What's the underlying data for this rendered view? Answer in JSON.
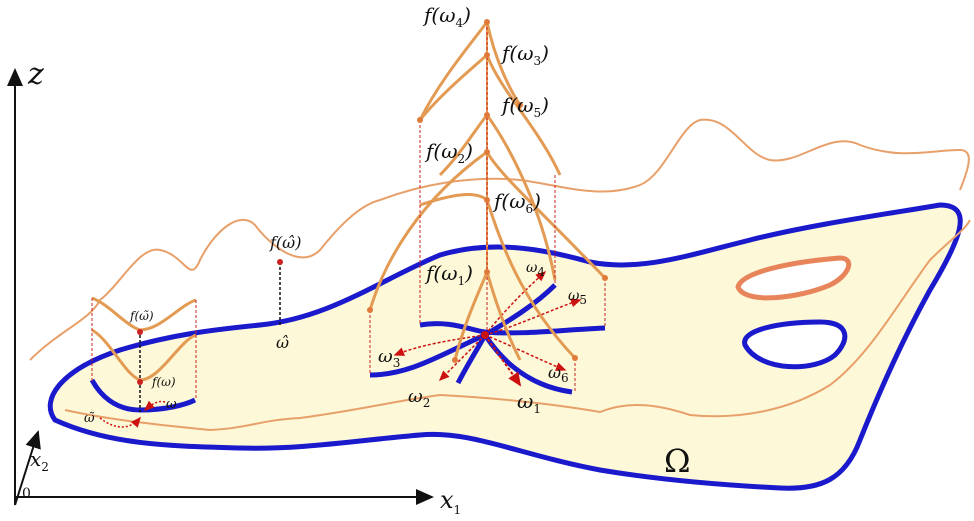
{
  "axes": {
    "z": "z",
    "x1": "x",
    "x1_sub": "1",
    "x2": "x",
    "x2_sub": "2",
    "origin": "0"
  },
  "domain_label": "Ω",
  "labels": {
    "f_omega4": "f(ω",
    "f_omega4_sub": "4",
    "close4": ")",
    "f_omega3": "f(ω",
    "f_omega3_sub": "3",
    "close3": ")",
    "f_omega5": "f(ω",
    "f_omega5_sub": "5",
    "close5": ")",
    "f_omega2": "f(ω",
    "f_omega2_sub": "2",
    "close2": ")",
    "f_omega6": "f(ω",
    "f_omega6_sub": "6",
    "close6": ")",
    "f_omega1": "f(ω",
    "f_omega1_sub": "1",
    "close1": ")",
    "f_omega_hat": "f(ω̂)",
    "omega_hat": "ω̂",
    "f_omega_tilde": "f(ω̃)",
    "f_omega": "f(ω)",
    "omega": "ω",
    "omega_tilde": "ω̃",
    "w1": "ω",
    "w1_sub": "1",
    "w2": "ω",
    "w2_sub": "2",
    "w3": "ω",
    "w3_sub": "3",
    "w4": "ω",
    "w4_sub": "4",
    "w5": "ω",
    "w5_sub": "5",
    "w6": "ω",
    "w6_sub": "6"
  },
  "colors": {
    "domain_fill": "#fdf8d8",
    "domain_boundary": "#1a1acc",
    "surface_line": "#e8a06a",
    "curve_line": "#e39a52",
    "projection": "#cc2222",
    "arrow": "#cc1111"
  }
}
